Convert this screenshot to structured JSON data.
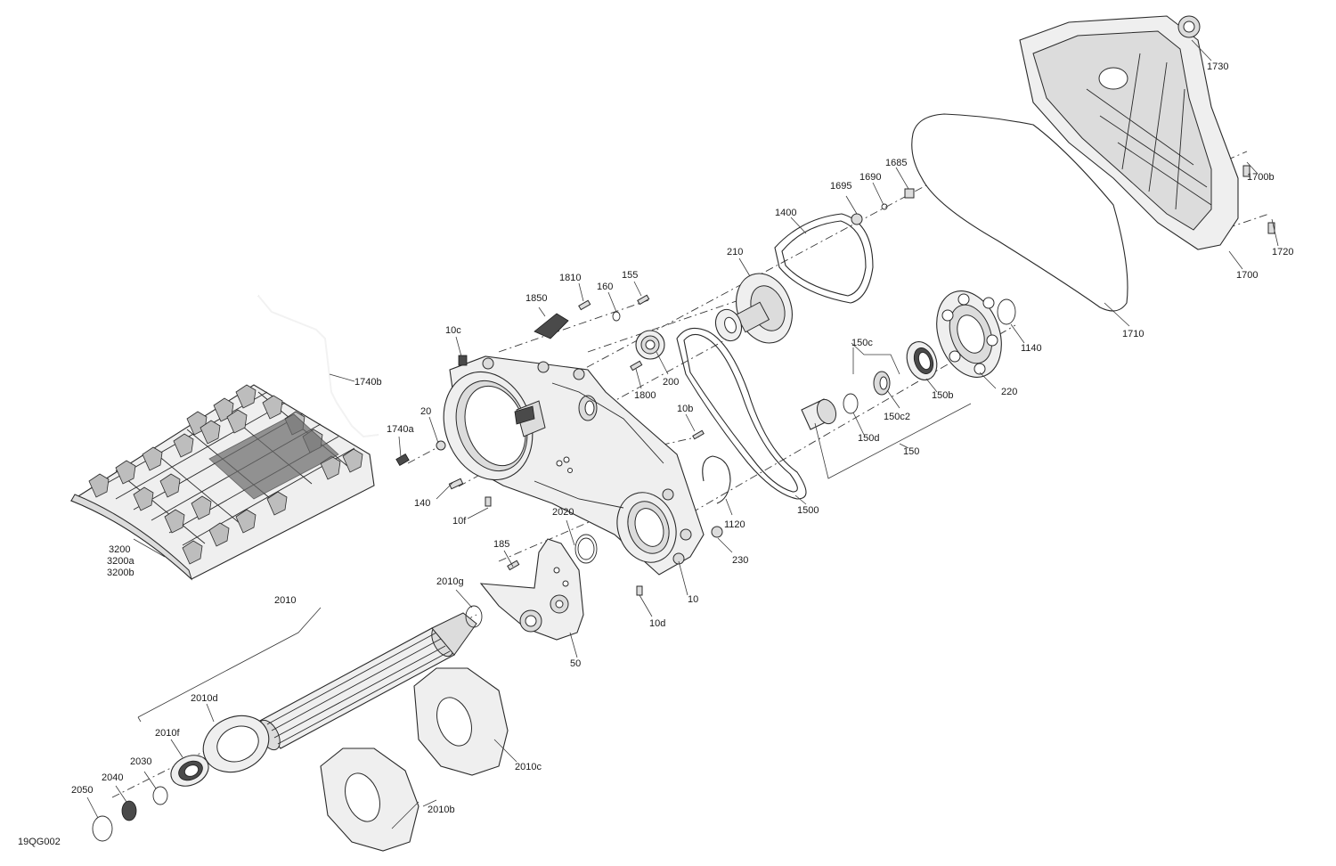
{
  "diagram": {
    "reference_code": "19QG002",
    "callouts": {
      "c1730": "1730",
      "c1700b": "1700b",
      "c1720": "1720",
      "c1700": "1700",
      "c1710": "1710",
      "c1685": "1685",
      "c1690": "1690",
      "c1695": "1695",
      "c1400": "1400",
      "c210": "210",
      "c1810": "1810",
      "c160": "160",
      "c155": "155",
      "c1850": "1850",
      "c10c": "10c",
      "c1740b": "1740b",
      "c1740a": "1740a",
      "c20": "20",
      "c140": "140",
      "c10f": "10f",
      "c200": "200",
      "c1800": "1800",
      "c10b": "10b",
      "c150c": "150c",
      "c150c2": "150c2",
      "c150b": "150b",
      "c150d": "150d",
      "c150": "150",
      "c220": "220",
      "c1140": "1140",
      "c1120": "1120",
      "c1500": "1500",
      "c230": "230",
      "c10": "10",
      "c10d": "10d",
      "c2020": "2020",
      "c185": "185",
      "c2010g": "2010g",
      "c2010": "2010",
      "c50": "50",
      "c3200": "3200",
      "c3200a": "3200a",
      "c3200b": "3200b",
      "c2010d": "2010d",
      "c2010f": "2010f",
      "c2030": "2030",
      "c2040": "2040",
      "c2050": "2050",
      "c2010b": "2010b",
      "c2010c": "2010c"
    }
  }
}
